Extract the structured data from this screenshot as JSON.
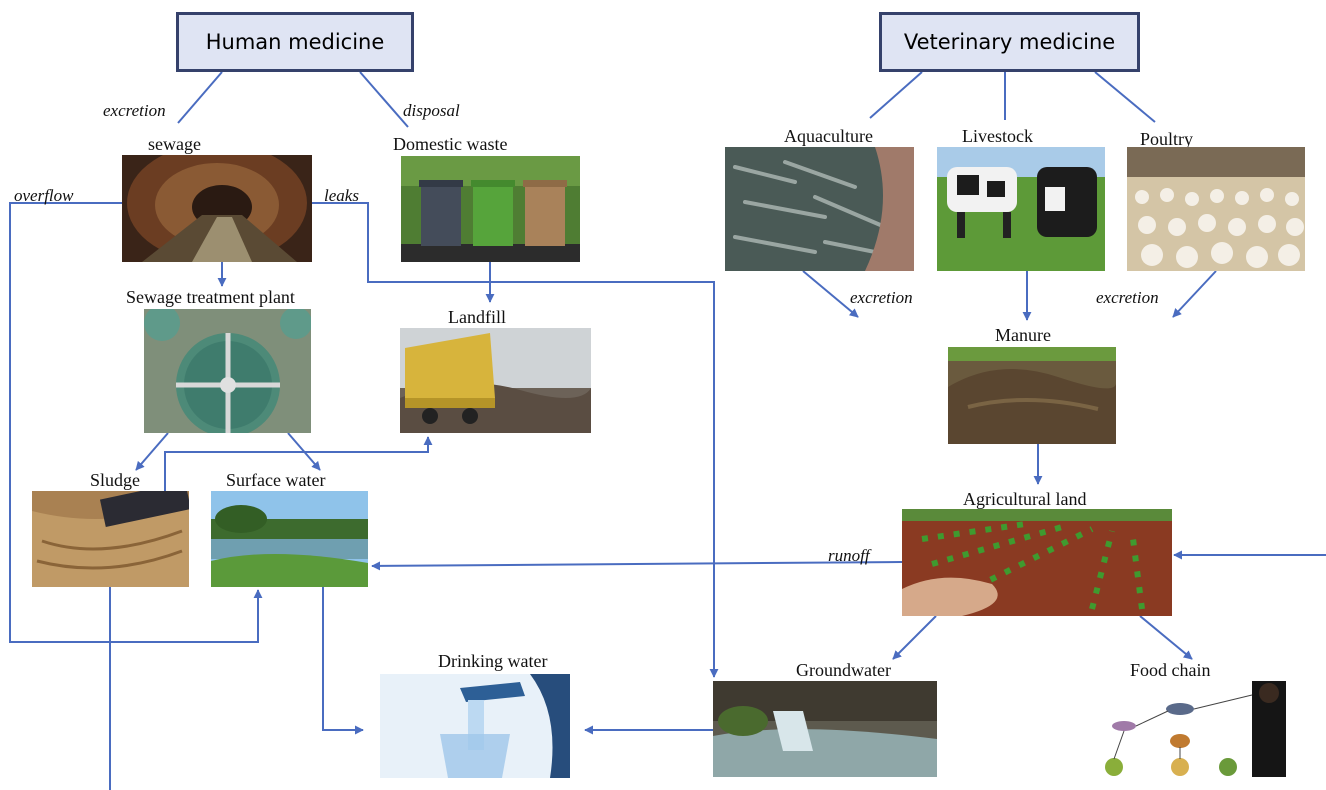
{
  "sources": {
    "human": "Human medicine",
    "veterinary": "Veterinary medicine"
  },
  "nodes": {
    "sewage": "sewage",
    "domestic_waste": "Domestic waste",
    "sewage_treatment_plant": "Sewage treatment plant",
    "landfill": "Landfill",
    "sludge": "Sludge",
    "surface_water": "Surface water",
    "drinking_water": "Drinking water",
    "aquaculture": "Aquaculture",
    "livestock": "Livestock",
    "poultry": "Poultry",
    "manure": "Manure",
    "agricultural_land": "Agricultural land",
    "groundwater": "Groundwater",
    "food_chain": "Food chain"
  },
  "edge_labels": {
    "excretion_human": "excretion",
    "disposal": "disposal",
    "overflow": "overflow",
    "leaks": "leaks",
    "excretion_aquaculture": "excretion",
    "excretion_poultry": "excretion",
    "runoff": "runoff"
  },
  "colors": {
    "arrow": "#4a6cc0",
    "box_fill": "#dfe4f3",
    "box_border": "#35416b"
  }
}
